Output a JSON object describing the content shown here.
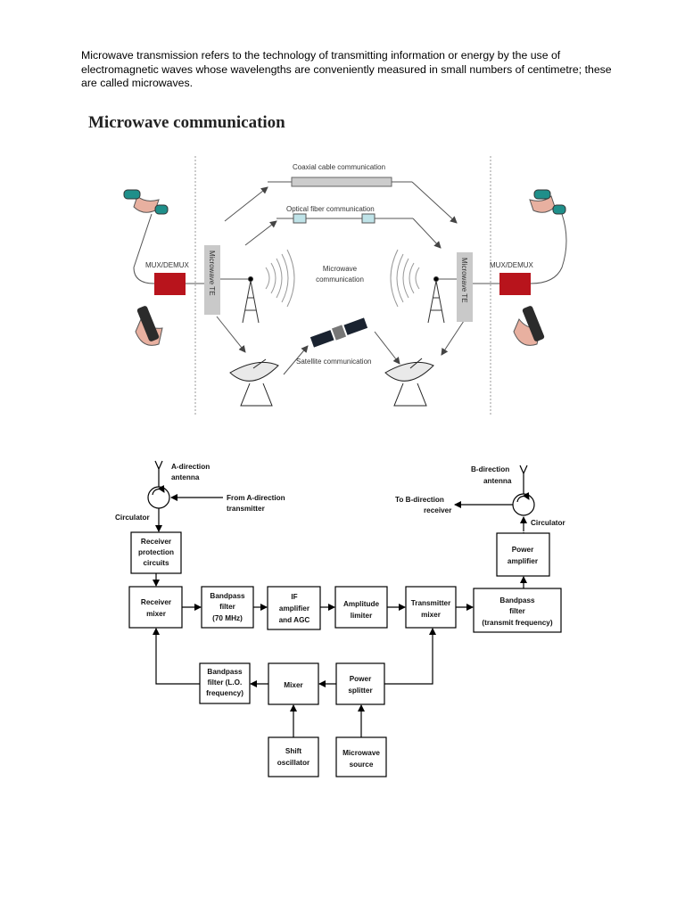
{
  "intro_text": "Microwave transmission refers to the technology of transmitting information or energy by the use of electromagnetic waves whose wavelengths are conveniently measured in small numbers of centimetre; these are called microwaves.",
  "figure1": {
    "title": "Microwave communication",
    "coaxial": "Coaxial cable communication",
    "optical": "Optical fiber communication",
    "microwave_line1": "Microwave",
    "microwave_line2": "communication",
    "satellite": "Satellite communication",
    "mux_left": "MUX/DEMUX",
    "mux_right": "MUX/DEMUX",
    "te_left": "Microwave TE",
    "te_right": "Microwave TE"
  },
  "figure2": {
    "a_antenna_1": "A-direction",
    "a_antenna_2": "antenna",
    "from_a_1": "From A-direction",
    "from_a_2": "transmitter",
    "circulator_left": "Circulator",
    "b_antenna_1": "B-direction",
    "b_antenna_2": "antenna",
    "to_b_1": "To B-direction",
    "to_b_2": "receiver",
    "circulator_right": "Circulator",
    "receiver_protection": [
      "Receiver",
      "protection",
      "circuits"
    ],
    "power_amplifier": [
      "Power",
      "amplifier"
    ],
    "receiver_mixer": [
      "Receiver",
      "mixer"
    ],
    "bandpass_70": [
      "Bandpass",
      "filter",
      "(70 MHz)"
    ],
    "if_amplifier": [
      "IF",
      "amplifier",
      "and AGC"
    ],
    "amplitude_limiter": [
      "Amplitude",
      "limiter"
    ],
    "transmitter_mixer": [
      "Transmitter",
      "mixer"
    ],
    "bandpass_transmit": [
      "Bandpass",
      "filter",
      "(transmit frequency)"
    ],
    "bandpass_lo": [
      "Bandpass",
      "filter (L.O.",
      "frequency)"
    ],
    "mixer": [
      "Mixer"
    ],
    "power_splitter": [
      "Power",
      "splitter"
    ],
    "shift_oscillator": [
      "Shift",
      "oscillator"
    ],
    "microwave_source": [
      "Microwave",
      "source"
    ]
  }
}
